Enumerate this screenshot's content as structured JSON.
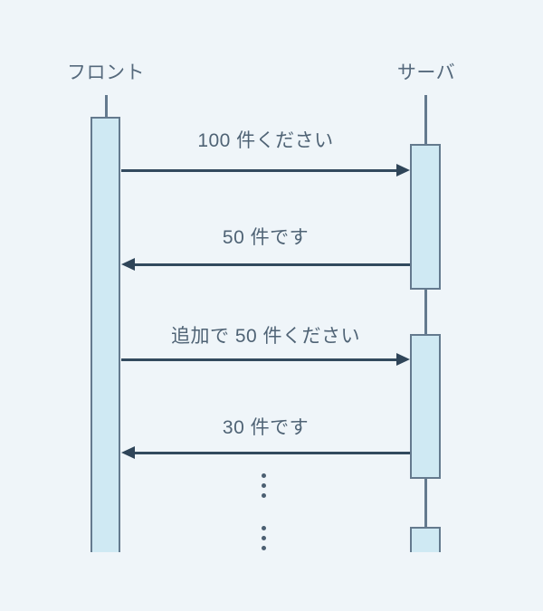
{
  "diagram": {
    "type": "sequence",
    "actors": [
      {
        "id": "front",
        "label": "フロント"
      },
      {
        "id": "server",
        "label": "サーバ"
      }
    ],
    "messages": [
      {
        "from": "front",
        "to": "server",
        "direction": "right",
        "label": "100 件ください"
      },
      {
        "from": "server",
        "to": "front",
        "direction": "left",
        "label": "50 件です"
      },
      {
        "from": "front",
        "to": "server",
        "direction": "right",
        "label": "追加で 50 件ください"
      },
      {
        "from": "server",
        "to": "front",
        "direction": "left",
        "label": "30 件です"
      }
    ],
    "continuation_markers": [
      "⋮",
      "⋮"
    ],
    "colors": {
      "background": "#eff5f9",
      "activation_fill": "#cfe9f3",
      "activation_border": "#647a8e",
      "arrow_line": "#324a5e",
      "arrow_head": "#2f4559",
      "text": "#4f6375"
    }
  }
}
